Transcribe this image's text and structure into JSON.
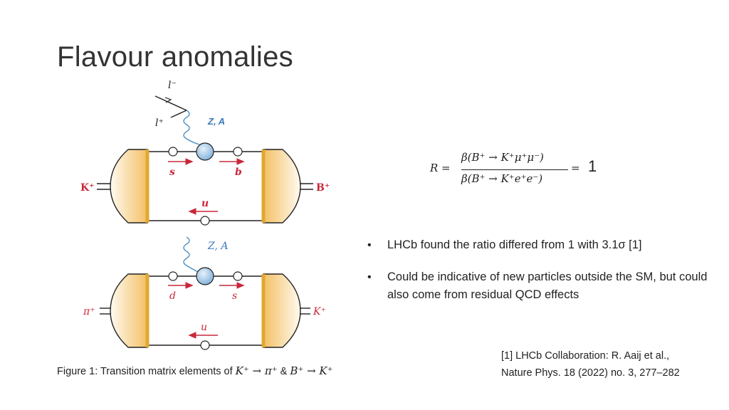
{
  "title": "Flavour anomalies",
  "diagram_top": {
    "lepton_minus": "l⁻",
    "lepton_plus": "l⁺",
    "boson": "Z, A",
    "quark_top_left": "s",
    "quark_top_right": "b",
    "quark_bottom": "u",
    "meson_left": "K⁺",
    "meson_right": "B⁺"
  },
  "diagram_bottom": {
    "boson": "Z, A",
    "quark_top_left": "d",
    "quark_top_right": "s",
    "quark_bottom": "u",
    "meson_left": "π⁺",
    "meson_right": "K⁺"
  },
  "formula": {
    "lhs": "R =",
    "numerator": "β(B⁺ → K⁺μ⁺μ⁻)",
    "denominator": "β(B⁺ → K⁺e⁺e⁻)",
    "equals": "=",
    "value": "1"
  },
  "bullets": [
    "LHCb found the ratio differed from 1 with 3.1σ  [1]",
    "Could be indicative of new particles outside the SM, but could also come from residual QCD effects"
  ],
  "reference": {
    "line1": "[1] LHCb Collaboration: R. Aaij et al.,",
    "line2": "Nature Phys. 18 (2022) no. 3, 277–282"
  },
  "caption": {
    "prefix": "Figure 1: Transition matrix elements of ",
    "decay1": "K⁺ → π⁺",
    "connector": " & ",
    "decay2": "B⁺ → K⁺"
  },
  "colors": {
    "arrow_red": "#c8283a",
    "boson_blue": "#4a8fc8",
    "label_blue": "#3a78b8",
    "blob_fill": "#f5c76a",
    "vertex_fill": "#9ec4e4"
  }
}
